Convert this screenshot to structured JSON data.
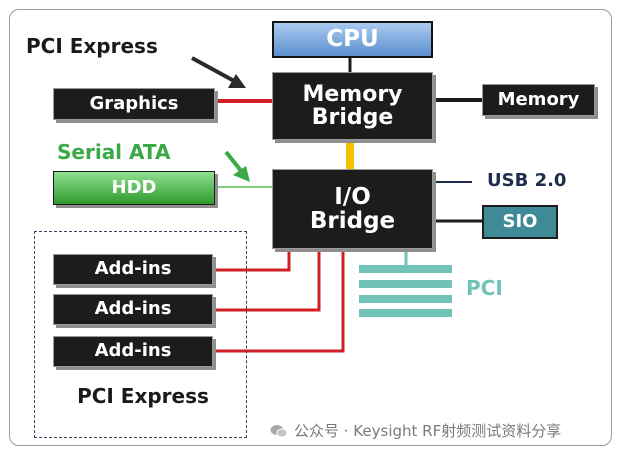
{
  "blocks": {
    "cpu": "CPU",
    "memory_bridge": "Memory Bridge",
    "io_bridge": "I/O Bridge",
    "graphics": "Graphics",
    "memory": "Memory",
    "hdd": "HDD",
    "sio": "SIO",
    "addins": [
      "Add-ins",
      "Add-ins",
      "Add-ins"
    ]
  },
  "labels": {
    "pci_express_top": "PCI Express",
    "serial_ata": "Serial ATA",
    "usb": "USB 2.0",
    "pci": "PCI",
    "pci_express_bottom": "PCI Express"
  },
  "watermark": "公众号 · Keysight RF射频测试资料分享",
  "colors": {
    "pcie_link": "#d21f26",
    "fsb_link": "#f2c400",
    "sata_link": "#7ccf7c",
    "pci_bus": "#72c3b7",
    "dark_block": "#1c1c1c",
    "cpu_block": "#5c8fcf",
    "sio_block": "#3e8a97"
  }
}
